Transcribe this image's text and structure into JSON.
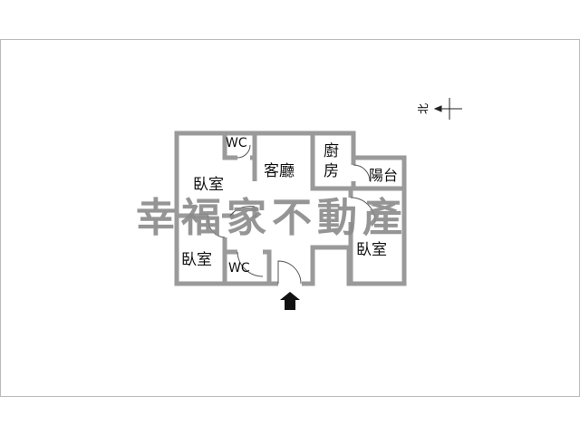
{
  "rooms": {
    "bedroom_left_top": "臥室",
    "bedroom_left_bottom": "臥室",
    "bedroom_right": "臥室",
    "wc_top": "WC",
    "wc_bottom": "WC",
    "living_room": "客廳",
    "kitchen_1": "廚",
    "kitchen_2": "房",
    "balcony": "陽台"
  },
  "compass": {
    "label": "北"
  },
  "watermark": "幸福家不動產",
  "colors": {
    "wall": "#9a9a9a",
    "arrow": "#111111",
    "watermark": "#8a8a8a"
  }
}
